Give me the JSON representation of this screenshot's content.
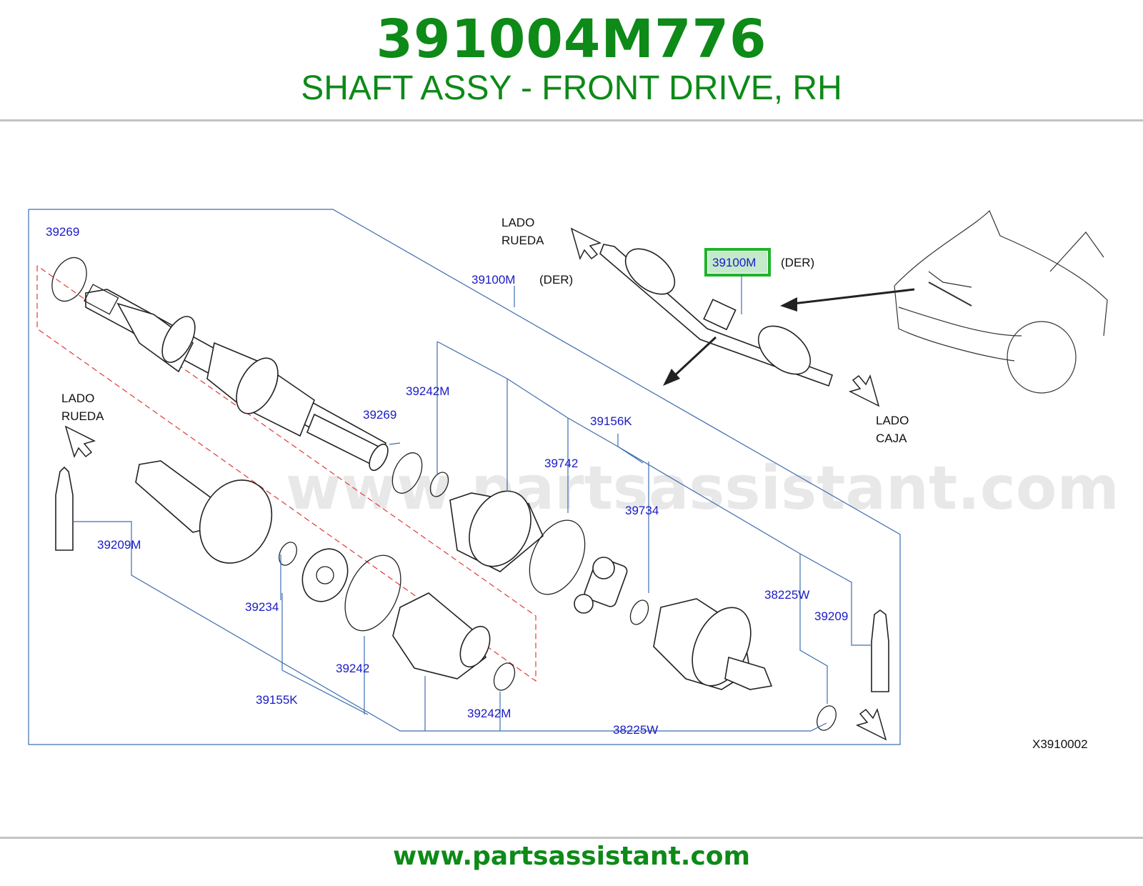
{
  "header": {
    "part_number": "391004M776",
    "description": "SHAFT ASSY - FRONT DRIVE, RH",
    "website": "www.partsassistant.com"
  },
  "diagram": {
    "watermark": "www.partsassistant.com",
    "figure_code": "X3910002",
    "highlight_color": "#1fb32b",
    "label_color": "#1a1ac6",
    "callouts": {
      "c39269_top": "39269",
      "c39100m_main": "39100M",
      "der_main": "(DER)",
      "c39242m_top": "39242M",
      "c39269_mid": "39269",
      "c39156k": "39156K",
      "c39742": "39742",
      "c39734": "39734",
      "c39209m": "39209M",
      "c39234": "39234",
      "c39242": "39242",
      "c39155k": "39155K",
      "c39242m_bottom": "39242M",
      "c38225w_bottom": "38225W",
      "c38225w_right": "38225W",
      "c39209": "39209",
      "c39100m_inset": "39100M",
      "der_inset": "(DER)"
    },
    "directions": {
      "lado_rueda_top_1": "LADO",
      "lado_rueda_top_2": "RUEDA",
      "lado_rueda_left_1": "LADO",
      "lado_rueda_left_2": "RUEDA",
      "lado_caja_1": "LADO",
      "lado_caja_2": "CAJA"
    }
  }
}
